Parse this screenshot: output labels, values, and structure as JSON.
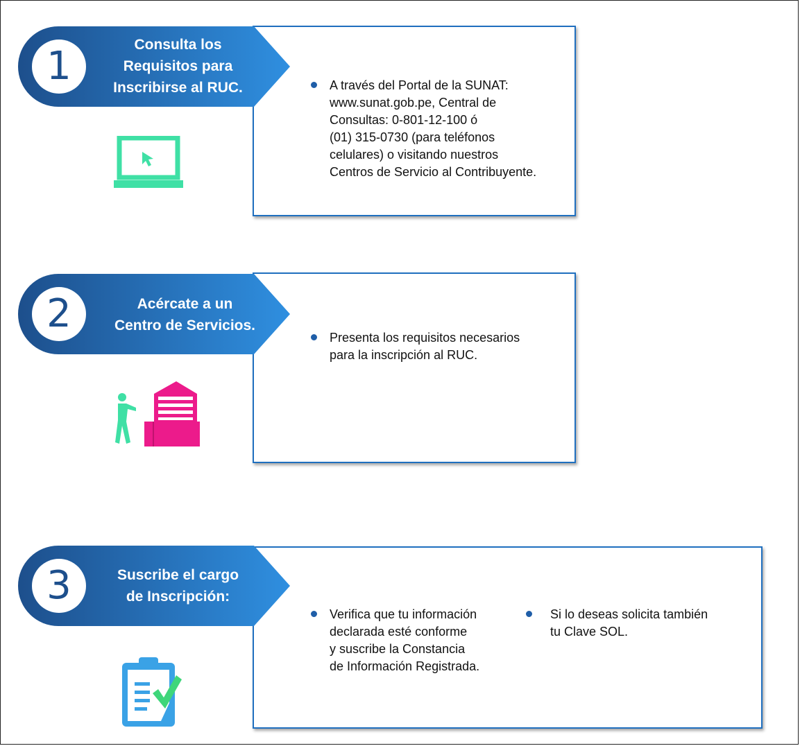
{
  "colors": {
    "banner_dark": "#1d4f8c",
    "banner_light": "#2f8fe0",
    "box_border": "#1f6fbf",
    "bullet": "#1f5ea8",
    "icon_green": "#3fe0a5",
    "icon_pink": "#ec1b8b",
    "icon_blue": "#3aa2e6"
  },
  "steps": [
    {
      "number": "1",
      "title_lines": [
        "Consulta los",
        "Requisitos para",
        "Inscribirse al RUC."
      ],
      "icon": "laptop-cursor-icon",
      "bullets": [
        {
          "lines": [
            "A través del Portal de la SUNAT:",
            "www.sunat.gob.pe, Central de",
            "Consultas: 0-801-12-100 ó",
            "(01) 315-0730 (para teléfonos",
            "celulares) o visitando nuestros",
            "Centros de Servicio al Contribuyente."
          ]
        }
      ]
    },
    {
      "number": "2",
      "title_lines": [
        "Acércate a un",
        "Centro de Servicios."
      ],
      "icon": "person-building-icon",
      "bullets": [
        {
          "lines": [
            "Presenta los requisitos necesarios",
            "para la inscripción al RUC."
          ]
        }
      ]
    },
    {
      "number": "3",
      "title_lines": [
        "Suscribe el cargo",
        "de Inscripción:"
      ],
      "icon": "clipboard-check-icon",
      "bullets": [
        {
          "lines": [
            "Verifica que tu información",
            "declarada esté conforme",
            "y suscribe la Constancia",
            "de Información Registrada."
          ]
        },
        {
          "lines": [
            "Si lo deseas solicita también",
            "tu Clave SOL."
          ]
        }
      ]
    }
  ]
}
